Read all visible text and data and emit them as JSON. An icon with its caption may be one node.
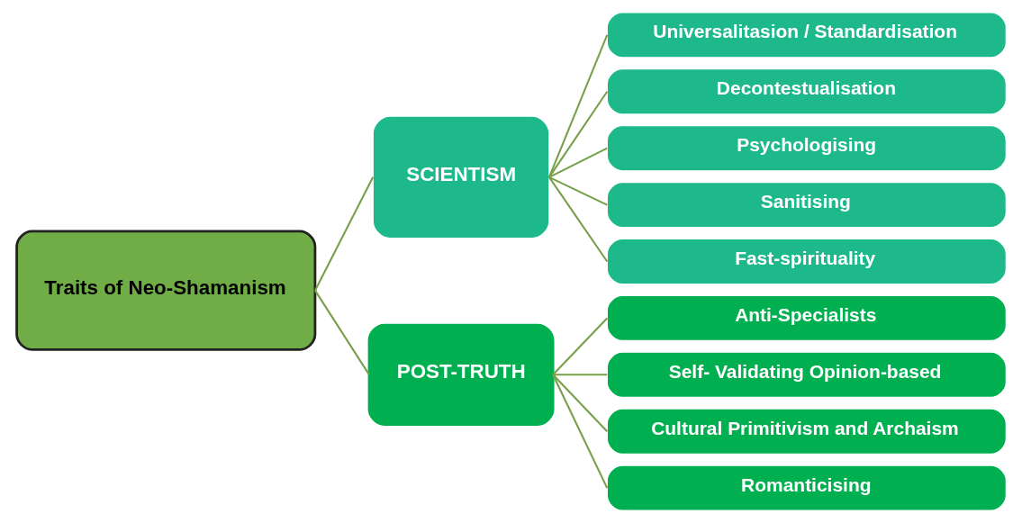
{
  "diagram": {
    "nodes": [
      {
        "text": [
          "Traits of Neo-Shamanism"
        ]
      },
      {
        "text": [
          "SCIENTISM"
        ]
      },
      {
        "text": [
          "Universalitasion / Standardisation"
        ]
      },
      {
        "text": [
          "Decontestualisation"
        ]
      },
      {
        "text": [
          "Psychologising"
        ]
      },
      {
        "text": [
          "Sanitising"
        ]
      },
      {
        "text": [
          "Fast-spirituality"
        ]
      },
      {
        "text": [
          "POST-TRUTH"
        ]
      },
      {
        "text": [
          "Anti-Specialists"
        ]
      },
      {
        "text": [
          "Self- Validating Opinion-based"
        ]
      },
      {
        "text": [
          "Cultural Primitivism and Archaism"
        ]
      },
      {
        "text": [
          "Romanticising"
        ]
      }
    ],
    "edges": [
      {
        "from": 0,
        "to": 1,
        "arrow": "none"
      },
      {
        "from": 0,
        "to": 7,
        "arrow": "none"
      },
      {
        "from": 1,
        "to": 2,
        "arrow": "none"
      },
      {
        "from": 1,
        "to": 3,
        "arrow": "none"
      },
      {
        "from": 1,
        "to": 4,
        "arrow": "none"
      },
      {
        "from": 1,
        "to": 5,
        "arrow": "none"
      },
      {
        "from": 1,
        "to": 6,
        "arrow": "none"
      },
      {
        "from": 7,
        "to": 8,
        "arrow": "none"
      },
      {
        "from": 7,
        "to": 9,
        "arrow": "none"
      },
      {
        "from": 7,
        "to": 10,
        "arrow": "none"
      },
      {
        "from": 7,
        "to": 11,
        "arrow": "none"
      }
    ]
  }
}
